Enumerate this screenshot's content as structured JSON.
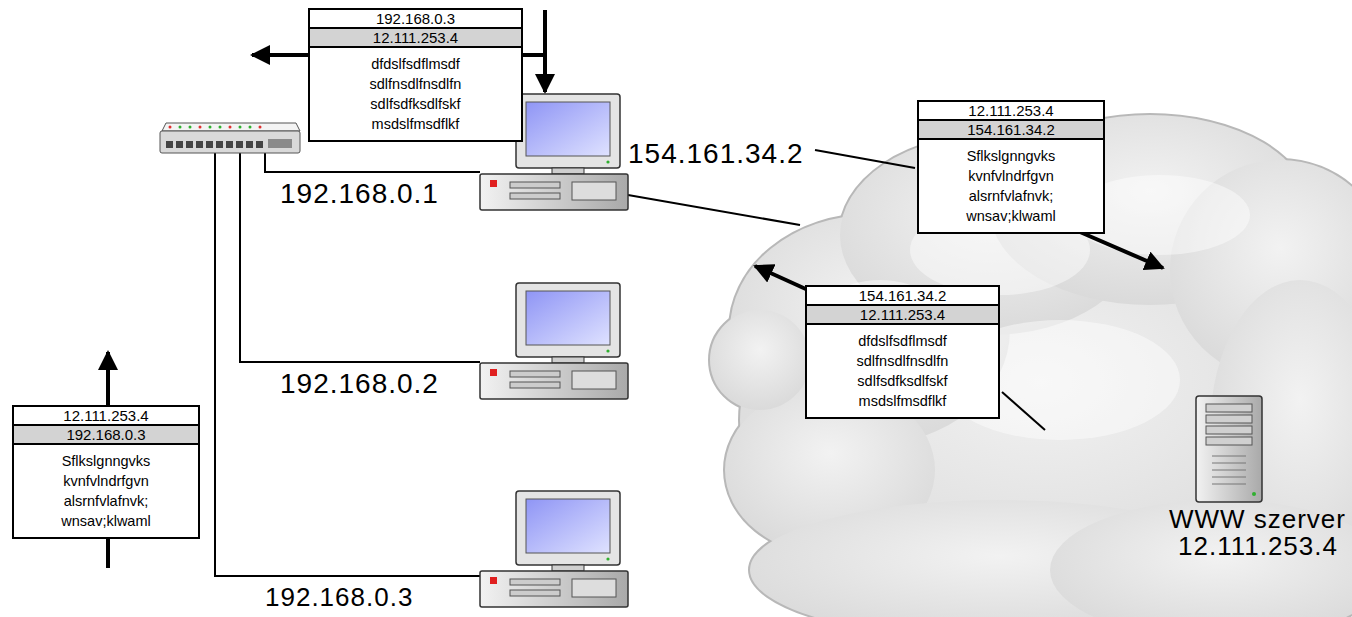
{
  "diagram": {
    "nodes": [
      {
        "text": [
          "192.168.0.3",
          "12.111.253.4",
          "dfdslfsdflmsdf sdlfnsdlfnsdlfn sdlfsdfksdlfskf msdslfmsdflkf"
        ]
      },
      {
        "text": [
          "12.111.253.4",
          "154.161.34.2",
          "Sflkslgnngvks kvnfvlndrfgvn alsrnfvlafnvk; wnsav;klwaml"
        ]
      },
      {
        "text": [
          "154.161.34.2",
          "12.111.253.4",
          "dfdslfsdflmsdf sdlfnsdlfnsdlfn sdlfsdfksdlfskf msdslfmsdflkf"
        ]
      },
      {
        "text": [
          "12.111.253.4",
          "192.168.0.3",
          "Sflkslgnngvks kvnfvlndrfgvn alsrnfvlafnvk; wnsav;klwaml"
        ]
      }
    ],
    "labels": [
      "154.161.34.2",
      "192.168.0.1",
      "192.168.0.2",
      "WWW szerver",
      "12.111.253.4",
      "192.168.0.3"
    ]
  }
}
